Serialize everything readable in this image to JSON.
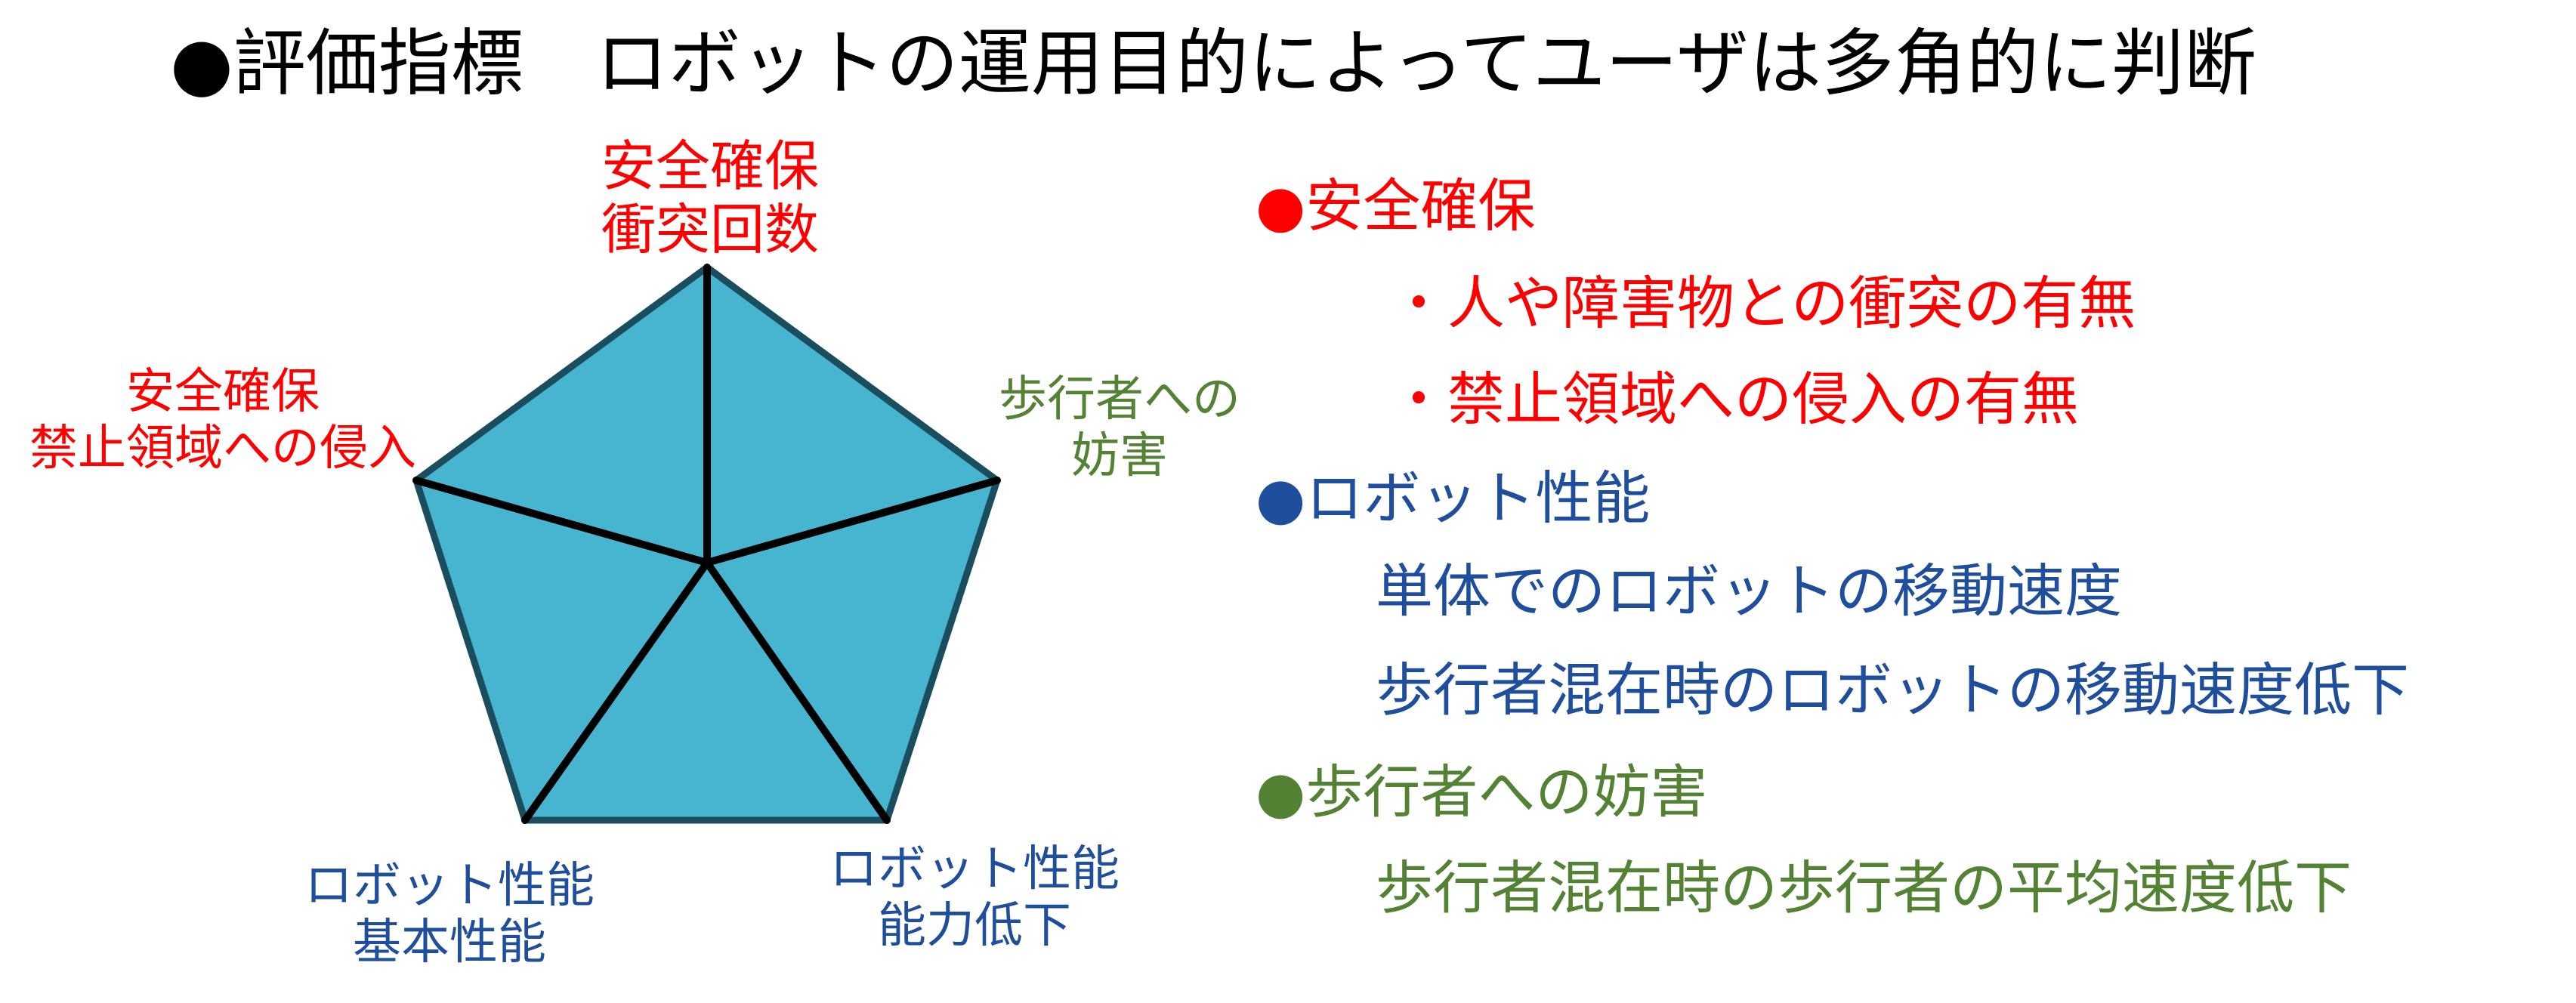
{
  "title": "●評価指標　ロボットの運用目的によってユーザは多角的に判断",
  "colors": {
    "safety": "#ff0000",
    "robot": "#1f4e9c",
    "pedestrian": "#548235",
    "pentagon_fill": "#47b4d0",
    "pentagon_stroke": "#1a4e5e"
  },
  "diagram": {
    "labels": {
      "top": [
        "安全確保",
        "衝突回数"
      ],
      "left": [
        "安全確保",
        "禁止領域への侵入"
      ],
      "right": [
        "歩行者への",
        "妨害"
      ],
      "bottom_left": [
        "ロボット性能",
        "基本性能"
      ],
      "bottom_right": [
        "ロボット性能",
        "能力低下"
      ]
    }
  },
  "legend": {
    "safety": {
      "heading": "●安全確保",
      "items": [
        "・人や障害物との衝突の有無",
        "・禁止領域への侵入の有無"
      ]
    },
    "robot": {
      "heading": "●ロボット性能",
      "items": [
        "単体でのロボットの移動速度",
        "歩行者混在時のロボットの移動速度低下"
      ]
    },
    "pedestrian": {
      "heading": "●歩行者への妨害",
      "items": [
        "歩行者混在時の歩行者の平均速度低下"
      ]
    }
  }
}
